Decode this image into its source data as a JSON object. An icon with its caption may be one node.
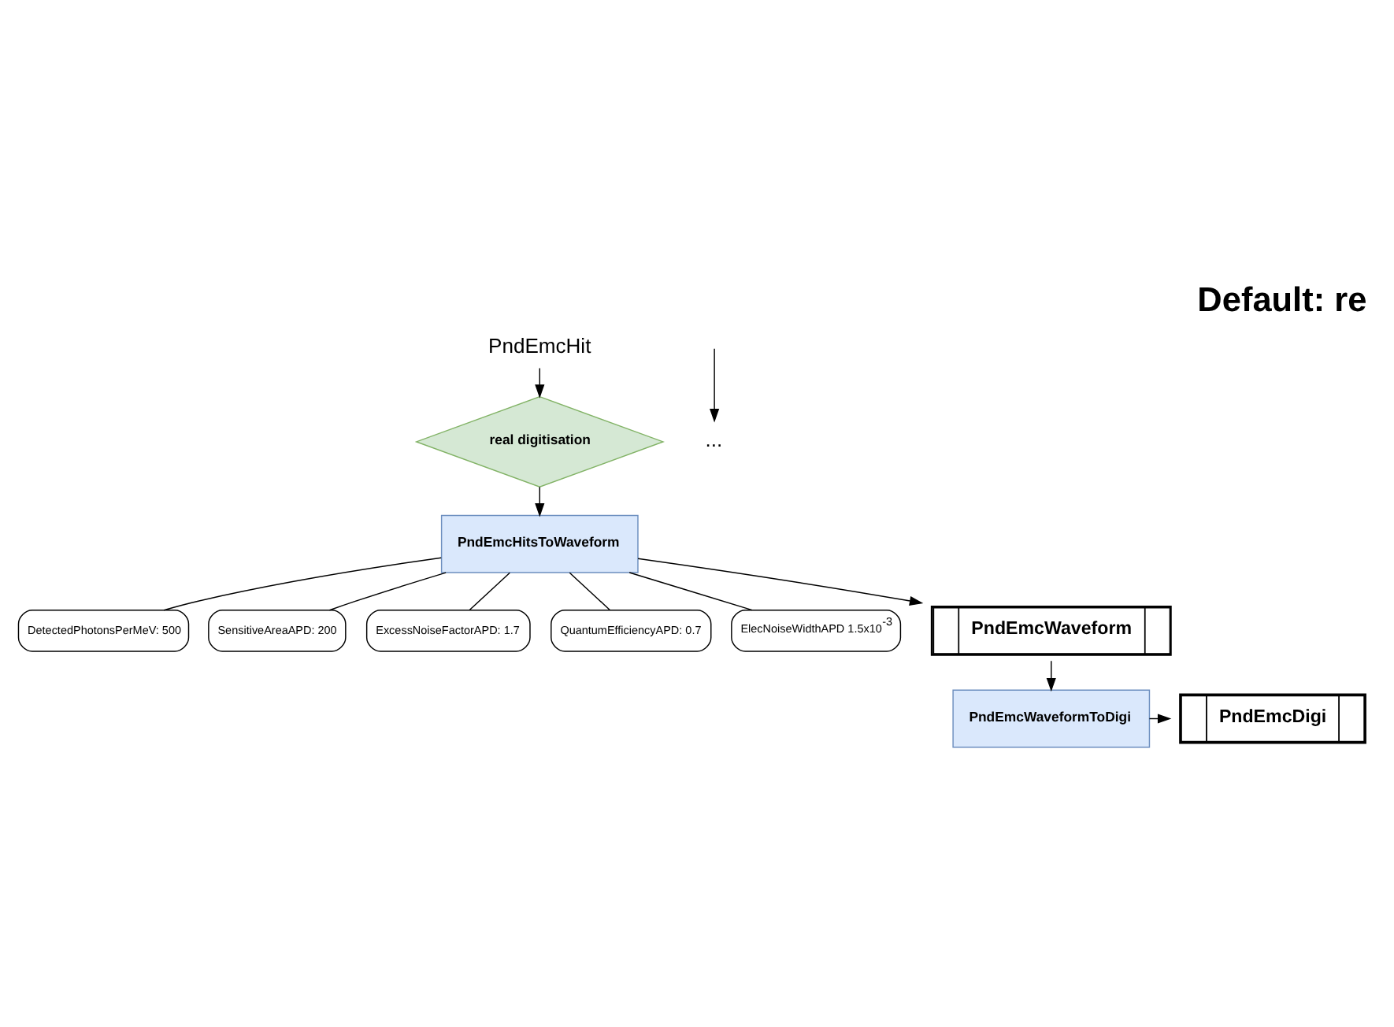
{
  "diagram": {
    "title": "Default: re",
    "nodes": [
      {
        "text": [
          "PndEmcHit"
        ]
      },
      {
        "text": [
          "real digitisation"
        ]
      },
      {
        "text": [
          "PndEmcHitsToWaveform"
        ]
      },
      {
        "text": [
          "DetectedPhotonsPerMeV: 500"
        ]
      },
      {
        "text": [
          "SensitiveAreaAPD: 200"
        ]
      },
      {
        "text": [
          "ExcessNoiseFactorAPD: 1.7"
        ]
      },
      {
        "text": [
          "QuantumEfficiencyAPD: 0.7"
        ]
      },
      {
        "text": [
          "ElecNoiseWidthAPD 1.5x10$^{-3}$"
        ]
      },
      {
        "text": [
          "PndEmcWaveform"
        ]
      },
      {
        "text": [
          "PndEmcWaveformToDigi"
        ]
      },
      {
        "text": [
          "PndEmcDigi"
        ]
      },
      {
        "text": [
          "..."
        ]
      }
    ],
    "edges": [
      {
        "from": 0,
        "to": 1,
        "arrow": "to"
      },
      {
        "from": 1,
        "to": 2,
        "arrow": "to"
      },
      {
        "from": 2,
        "to": 3,
        "arrow": "none"
      },
      {
        "from": 2,
        "to": 4,
        "arrow": "none"
      },
      {
        "from": 2,
        "to": 5,
        "arrow": "none"
      },
      {
        "from": 2,
        "to": 6,
        "arrow": "none"
      },
      {
        "from": 2,
        "to": 7,
        "arrow": "none"
      },
      {
        "from": 2,
        "to": 8,
        "arrow": "to"
      },
      {
        "from": 8,
        "to": 9,
        "arrow": "to"
      },
      {
        "from": 9,
        "to": 10,
        "arrow": "to"
      },
      {
        "from": null,
        "to": 11,
        "arrow": "to"
      }
    ]
  }
}
